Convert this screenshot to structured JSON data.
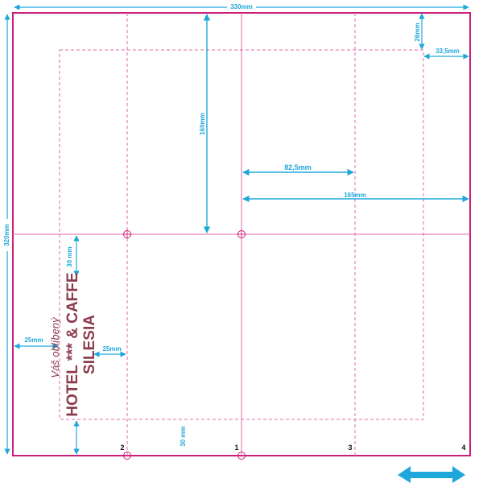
{
  "colors": {
    "outline": "#cc1f7a",
    "guide": "#e36aa9",
    "dimension": "#1ea7db",
    "logo": "#8c3a4e",
    "label": "#111111"
  },
  "dimensions": {
    "width": "330mm",
    "height": "320mm",
    "top_inset": "26mm",
    "right_inset": "33,5mm",
    "half_height": "160mm",
    "quarter_width": "82,5mm",
    "half_width": "165mm",
    "left_inset_vertical": "30 mm",
    "left_inset": "25mm",
    "inner_left": "25mm",
    "bottom_inset": "30 mm"
  },
  "fold_numbers": [
    "2",
    "1",
    "3",
    "4"
  ],
  "logo": {
    "tagline": "Váš oblíbený",
    "line1": "HOTEL *** & CAFFE",
    "line2": "SILESIA"
  },
  "icons": {
    "direction_arrow": "double-arrow-horizontal-icon"
  }
}
